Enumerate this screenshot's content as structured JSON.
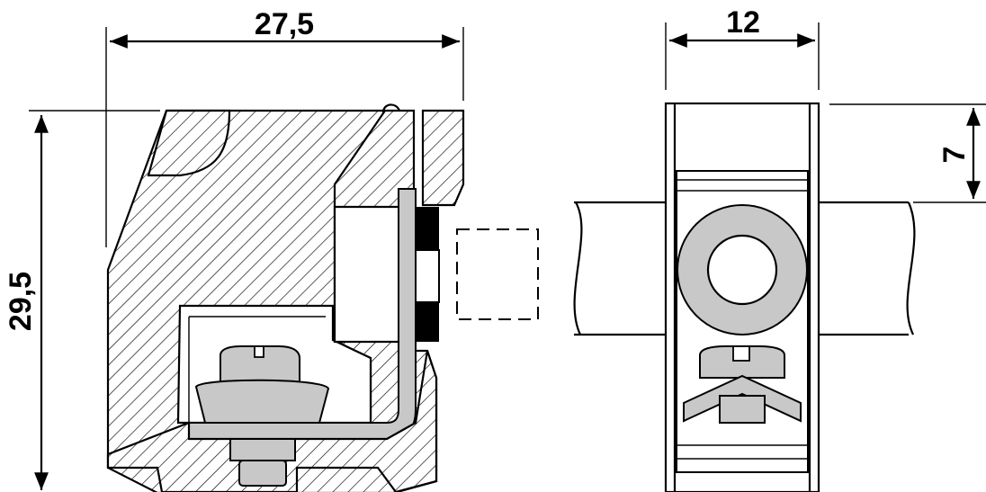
{
  "dimensions": {
    "side_width": "27,5",
    "side_height": "29,5",
    "front_width": "12",
    "front_offset": "7"
  },
  "colors": {
    "line": "#000000",
    "metal": "#c8c8c8",
    "background": "#ffffff"
  }
}
